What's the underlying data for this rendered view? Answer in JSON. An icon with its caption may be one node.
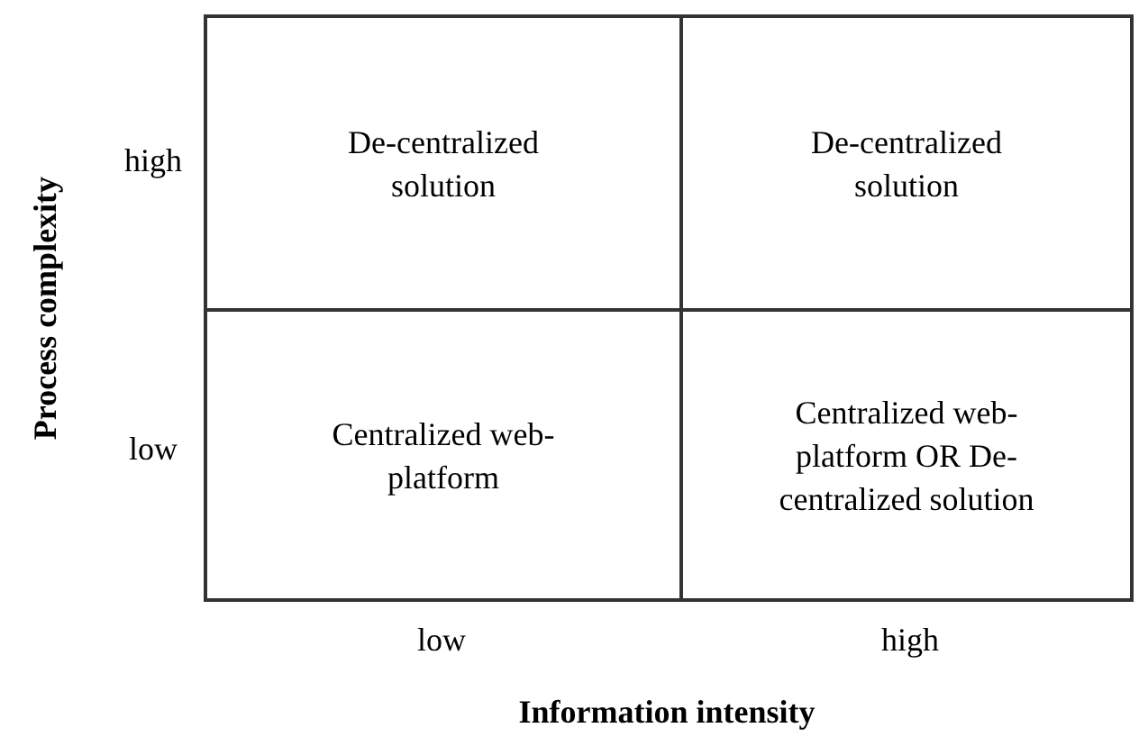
{
  "diagram": {
    "nodes": [
      {
        "text": [
          "De-centralized solution"
        ]
      },
      {
        "text": [
          "De-centralized solution"
        ]
      },
      {
        "text": [
          "Centralized web-platform"
        ]
      },
      {
        "text": [
          "Centralized web-platform OR De-centralized solution"
        ]
      }
    ],
    "labels": [
      "Process complexity",
      "high",
      "low",
      "low",
      "high",
      "Information intensity"
    ]
  }
}
